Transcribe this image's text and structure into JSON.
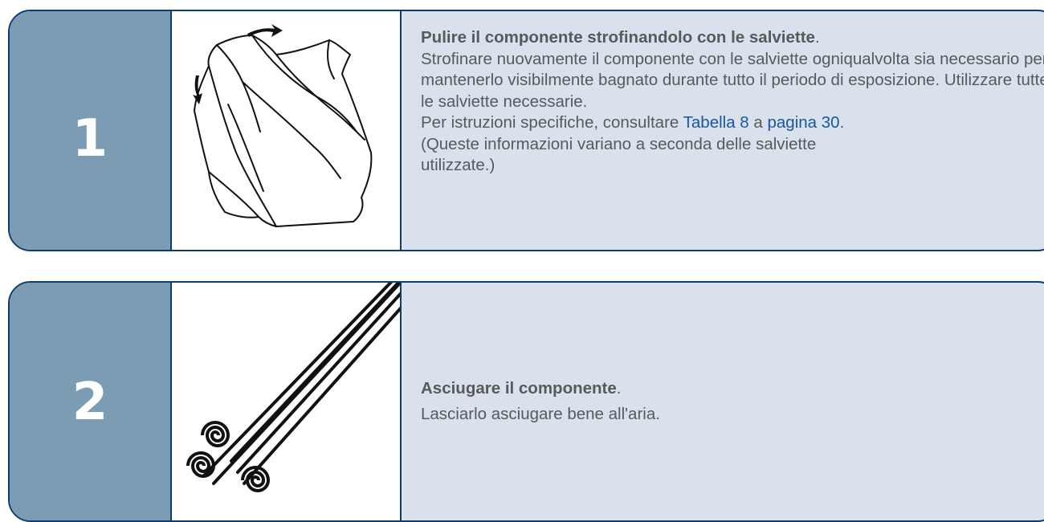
{
  "steps": [
    {
      "number": "1",
      "title": "Pulire il componente strofinandolo con le salviette",
      "title_end": ".",
      "body": "Strofinare nuovamente il componente con le salviette ogniqualvolta sia necessario per mantenerlo visibilmente bagnato durante tutto il periodo di esposizione. Utilizzare tutte le salviette necessarie.",
      "ref_prefix": "Per istruzioni specifiche, consultare ",
      "ref_table": "Tabella 8",
      "ref_mid": " a ",
      "ref_page": "pagina 30",
      "ref_end": ".",
      "note": "(Queste informazioni variano a seconda delle salviette utilizzate.)",
      "illustration": "wiping-cloth-icon"
    },
    {
      "number": "2",
      "title": "Asciugare il componente",
      "title_end": ".",
      "body": "Lasciarlo asciugare bene all'aria.",
      "illustration": "air-dry-icon"
    }
  ],
  "colors": {
    "number_panel": "#7b9cb3",
    "text_panel": "#d9e2ec",
    "border": "#0d3c6e",
    "text": "#58595b",
    "link": "#1a56a0"
  }
}
